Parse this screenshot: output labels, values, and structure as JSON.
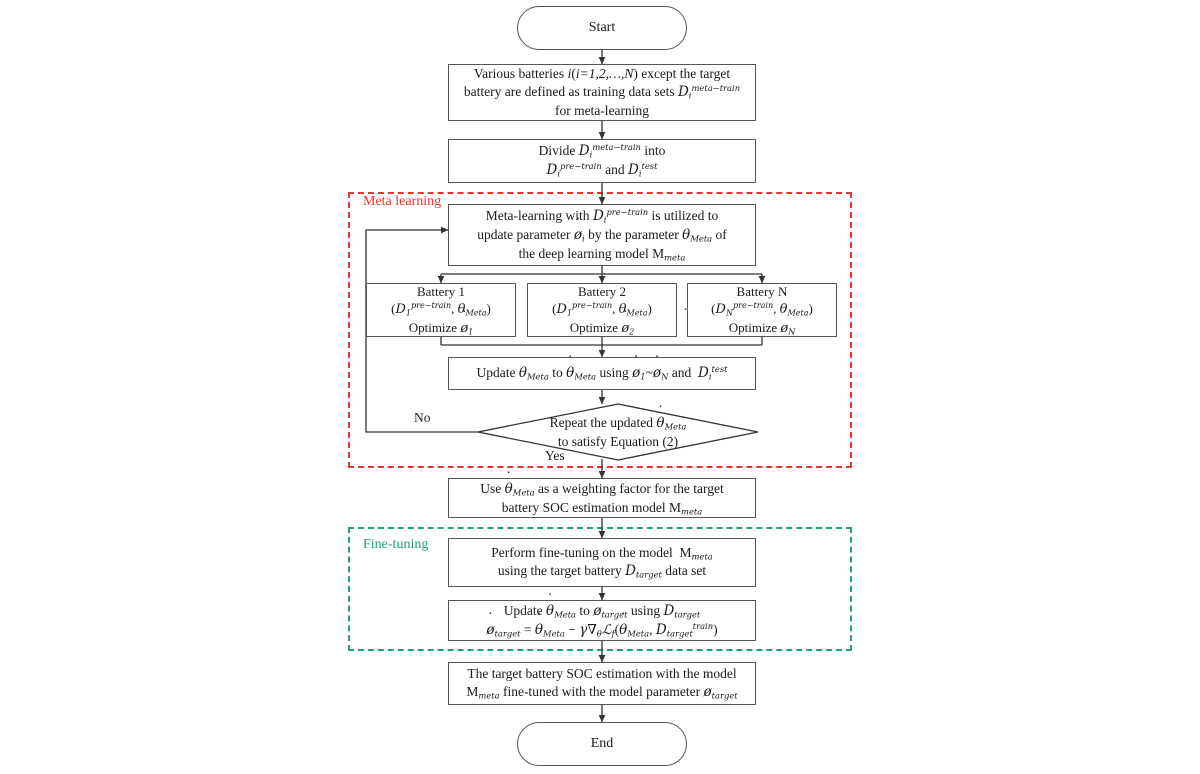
{
  "diagram": {
    "title": "Meta-learning and fine-tuning flowchart for battery SOC estimation",
    "colors": {
      "meta_group": "#e8342b",
      "fine_group": "#1aa37a",
      "node_border": "#555555",
      "background": "#ffffff"
    }
  },
  "nodes": {
    "start": {
      "label": "Start",
      "shape": "terminal"
    },
    "define_sets": {
      "shape": "process",
      "lines": [
        "Various batteries i(i=1,2,...,N) except the target",
        "battery are defined as training data sets D_i^{meta-train}",
        "for meta-learning"
      ]
    },
    "divide": {
      "shape": "process",
      "lines": [
        "Divide D_i^{meta-train} into",
        "D_i^{pre-train} and D_i^{test}"
      ]
    },
    "meta_learning": {
      "shape": "process",
      "lines": [
        "Meta-learning with D_i^{pre-train} is utilized to",
        "update parameter ø̇_i by the parameter θ_Meta of",
        "the deep learning model M_meta"
      ]
    },
    "battery_1": {
      "shape": "process",
      "lines": [
        "Battery 1",
        "(D_1^{pre-train}, θ_Meta)",
        "Optimize ø̇_1"
      ]
    },
    "battery_2": {
      "shape": "process",
      "lines": [
        "Battery 2",
        "(D_1^{pre-train}, θ_Meta)",
        "Optimize ø̇_2"
      ]
    },
    "battery_n": {
      "shape": "process",
      "lines": [
        "Battery N",
        "(D_N^{pre-train}, θ_Meta)",
        "Optimize ø̇_N"
      ]
    },
    "battery_ellipsis": {
      "label": "····"
    },
    "update_theta": {
      "shape": "process",
      "lines": [
        "Update θ_Meta to θ̇_Meta using ø̇_1~ø̇_N and D_i^{test}"
      ]
    },
    "decision": {
      "shape": "decision",
      "lines": [
        "Repeat the updated θ̇_Meta",
        "to satisfy Equation (2)"
      ],
      "branch_no": "No",
      "branch_yes": "Yes"
    },
    "use_weight": {
      "shape": "process",
      "lines": [
        "Use θ̇_Meta as a weighting factor for the target",
        "battery SOC estimation model M_meta"
      ]
    },
    "fine_tune": {
      "shape": "process",
      "lines": [
        "Perform fine-tuning on the model  M_meta",
        "using the target battery D_target data set"
      ]
    },
    "update_phi": {
      "shape": "process",
      "lines": [
        "Update θ̇_Meta to ø_target using D_target",
        "ø̇_target = θ̇_Meta − γ∇_θ L_f(θ̇_Meta, D_target^{train})"
      ]
    },
    "final_est": {
      "shape": "process",
      "lines": [
        "The target battery SOC estimation with the model",
        "M_meta fine-tuned with the model parameter ø̇_target"
      ]
    },
    "end": {
      "label": "End",
      "shape": "terminal"
    }
  },
  "groups": {
    "meta": {
      "label": "Meta learning",
      "color": "#e8342b",
      "style": "dashed"
    },
    "fine": {
      "label": "Fine-tuning",
      "color": "#1aa37a",
      "style": "dashed"
    }
  },
  "edge_labels": {
    "no": "No",
    "yes": "Yes"
  }
}
